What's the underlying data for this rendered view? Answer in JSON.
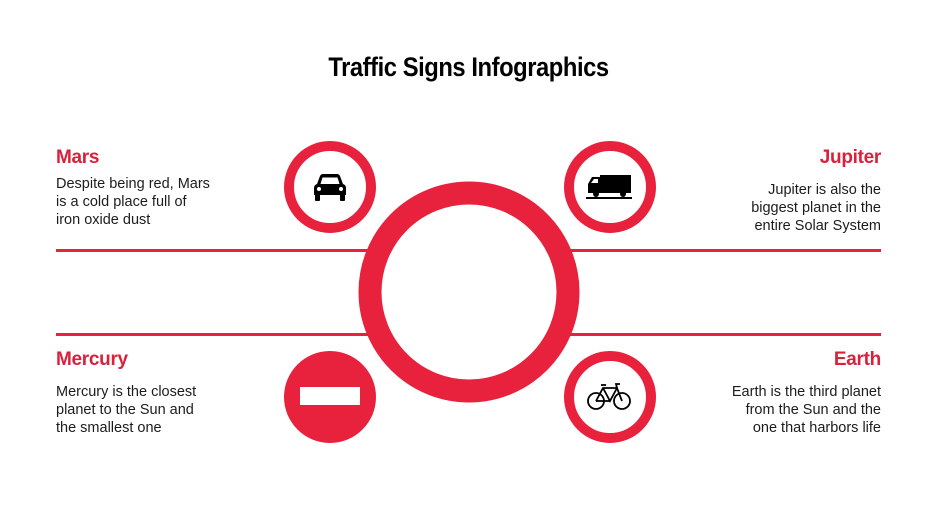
{
  "title": "Traffic Signs Infographics",
  "colors": {
    "accent": "#e8213d",
    "heading": "#d9213b",
    "text": "#1c1c1c",
    "background": "#ffffff"
  },
  "items": [
    {
      "name": "Mars",
      "description_lines": [
        "Despite being red, Mars",
        "is a cold place full of",
        "iron oxide dust"
      ],
      "icon": "car-icon",
      "sign": "no-cars"
    },
    {
      "name": "Jupiter",
      "description_lines": [
        "Jupiter is also the",
        "biggest planet in the",
        "entire Solar System"
      ],
      "icon": "truck-icon",
      "sign": "no-trucks"
    },
    {
      "name": "Mercury",
      "description_lines": [
        "Mercury is the closest",
        "planet to the Sun and",
        "the smallest one"
      ],
      "icon": "no-entry-icon",
      "sign": "no-entry"
    },
    {
      "name": "Earth",
      "description_lines": [
        "Earth is the third planet",
        "from the Sun and the",
        "one that harbors life"
      ],
      "icon": "bicycle-icon",
      "sign": "no-bicycles"
    }
  ],
  "center": {
    "icon": "prohibition-ring-icon"
  }
}
